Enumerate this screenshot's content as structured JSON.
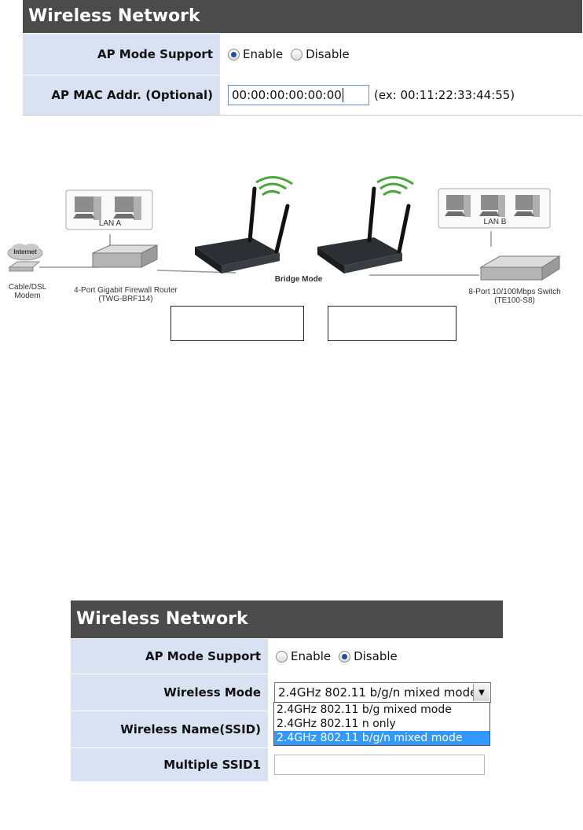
{
  "panel1": {
    "title": "Wireless Network",
    "ap_mode_label": "AP Mode Support",
    "enable_label": "Enable",
    "disable_label": "Disable",
    "ap_mode_selected": "Enable",
    "mac_label": "AP MAC Addr. (Optional)",
    "mac_value": "00:00:00:00:00:00",
    "mac_hint": "(ex: 00:11:22:33:44:55)"
  },
  "diagram": {
    "internet_label": "Internet",
    "modem_label_1": "Cable/DSL",
    "modem_label_2": "Modem",
    "lan_a": "LAN A",
    "lan_b": "LAN B",
    "router_label_1": "4-Port Gigabit Firewall Router",
    "router_label_2": "(TWG-BRF114)",
    "bridge_label": "Bridge Mode",
    "switch_label_1": "8-Port 10/100Mbps Switch",
    "switch_label_2": "(TE100-S8)"
  },
  "panel2": {
    "title": "Wireless Network",
    "ap_mode_label": "AP Mode Support",
    "enable_label": "Enable",
    "disable_label": "Disable",
    "ap_mode_selected": "Disable",
    "wireless_mode_label": "Wireless Mode",
    "wireless_mode_value": "2.4GHz 802.11 b/g/n mixed mode",
    "wireless_mode_options": [
      "2.4GHz 802.11 b/g mixed mode",
      "2.4GHz 802.11 n only",
      "2.4GHz 802.11 b/g/n mixed mode"
    ],
    "ssid_label": "Wireless Name(SSID)",
    "multiple_ssid_label": "Multiple SSID1",
    "multiple_ssid_value": ""
  },
  "colors": {
    "header_bg": "#4b4b4b",
    "label_bg": "#d8e2f2",
    "selected_option_bg": "#3399ff",
    "signal_green": "#4aa63a"
  }
}
